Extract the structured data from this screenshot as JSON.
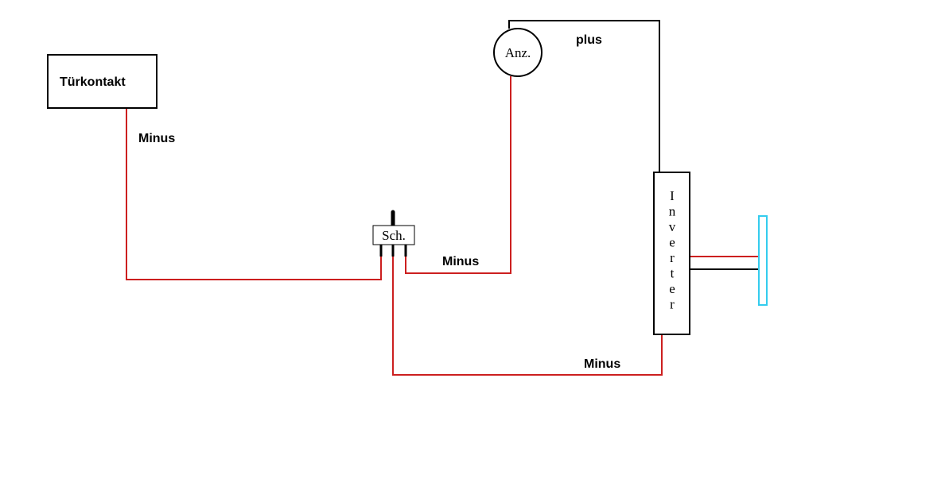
{
  "components": {
    "door_contact": {
      "label": "Türkontakt"
    },
    "switch": {
      "label": "Sch."
    },
    "indicator": {
      "label": "Anz."
    },
    "inverter": {
      "label": "Inverter"
    }
  },
  "wires": {
    "door_to_switch": {
      "label": "Minus"
    },
    "switch_to_indicator": {
      "label": "Minus"
    },
    "switch_to_inverter": {
      "label": "Minus"
    },
    "indicator_to_inverter": {
      "label": "plus"
    }
  },
  "colors": {
    "minus_wire": "#cc1f1f",
    "plus_wire": "#000000",
    "lamp": "#33ccee",
    "outline": "#000000"
  }
}
